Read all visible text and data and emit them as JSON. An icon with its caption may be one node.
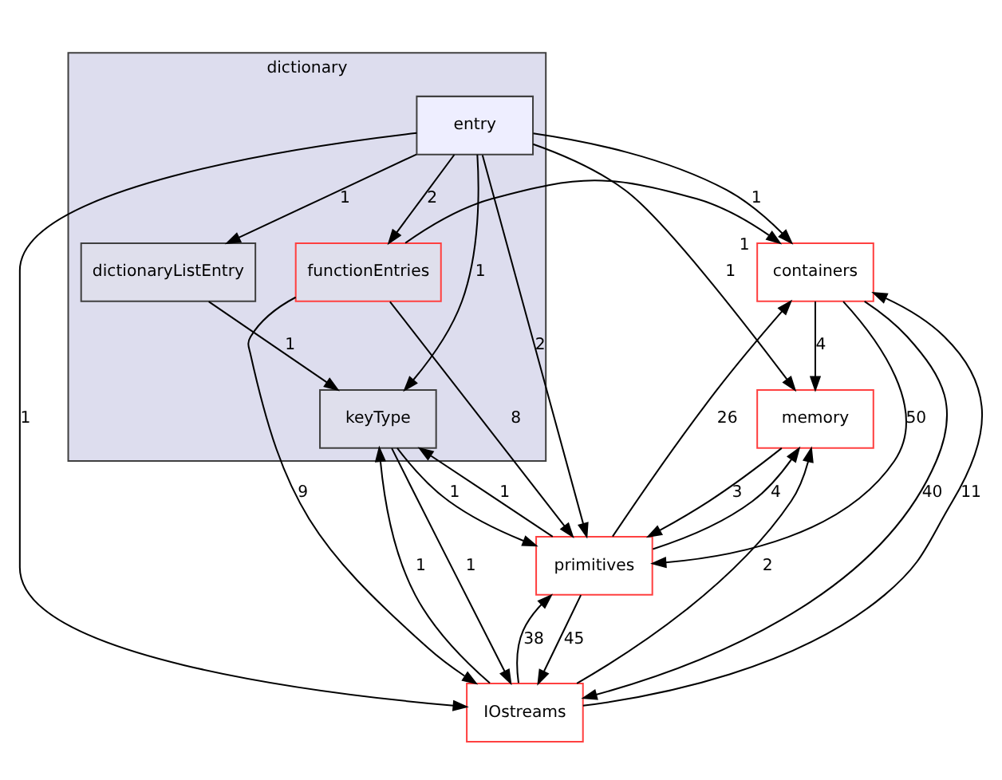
{
  "diagram": {
    "nodes": [
      {
        "text": [
          "dictionary"
        ]
      },
      {
        "text": [
          "entry"
        ],
        "in": 0
      },
      {
        "text": [
          "dictionaryListEntry"
        ],
        "in": 0
      },
      {
        "text": [
          "functionEntries"
        ],
        "in": 0
      },
      {
        "text": [
          "keyType"
        ],
        "in": 0
      },
      {
        "text": [
          "containers"
        ]
      },
      {
        "text": [
          "memory"
        ]
      },
      {
        "text": [
          "primitives"
        ]
      },
      {
        "text": [
          "IOstreams"
        ]
      }
    ],
    "edges": [
      {
        "from": 1,
        "to": 2,
        "arrow": "to",
        "label": "1"
      },
      {
        "from": 1,
        "to": 3,
        "arrow": "to",
        "label": "2"
      },
      {
        "from": 1,
        "to": 4,
        "arrow": "to",
        "label": "1"
      },
      {
        "from": 1,
        "to": 5,
        "arrow": "to",
        "label": "1"
      },
      {
        "from": 1,
        "to": 6,
        "arrow": "to",
        "label": "1"
      },
      {
        "from": 1,
        "to": 7,
        "arrow": "to",
        "label": "2"
      },
      {
        "from": 1,
        "to": 8,
        "arrow": "to",
        "label": "1"
      },
      {
        "from": 2,
        "to": 4,
        "arrow": "to",
        "label": "1"
      },
      {
        "from": 3,
        "to": 5,
        "arrow": "to",
        "label": "1"
      },
      {
        "from": 3,
        "to": 8,
        "arrow": "to",
        "label": "9"
      },
      {
        "from": 3,
        "to": 7,
        "arrow": "to",
        "label": "8"
      },
      {
        "from": 4,
        "to": 7,
        "arrow": "to",
        "label": "1"
      },
      {
        "from": 4,
        "to": 8,
        "arrow": "to",
        "label": "1"
      },
      {
        "from": 5,
        "to": 6,
        "arrow": "to",
        "label": "4"
      },
      {
        "from": 5,
        "to": 7,
        "arrow": "to",
        "label": "50"
      },
      {
        "from": 5,
        "to": 8,
        "arrow": "to",
        "label": "40"
      },
      {
        "from": 6,
        "to": 7,
        "arrow": "to",
        "label": "3"
      },
      {
        "from": 7,
        "to": 4,
        "arrow": "to",
        "label": "1"
      },
      {
        "from": 7,
        "to": 5,
        "arrow": "to",
        "label": "26"
      },
      {
        "from": 7,
        "to": 6,
        "arrow": "to",
        "label": "4"
      },
      {
        "from": 7,
        "to": 8,
        "arrow": "to",
        "label": "45"
      },
      {
        "from": 8,
        "to": 4,
        "arrow": "to",
        "label": "1"
      },
      {
        "from": 8,
        "to": 5,
        "arrow": "to",
        "label": "11"
      },
      {
        "from": 8,
        "to": 6,
        "arrow": "to",
        "label": "2"
      },
      {
        "from": 8,
        "to": 7,
        "arrow": "to",
        "label": "38"
      }
    ]
  }
}
